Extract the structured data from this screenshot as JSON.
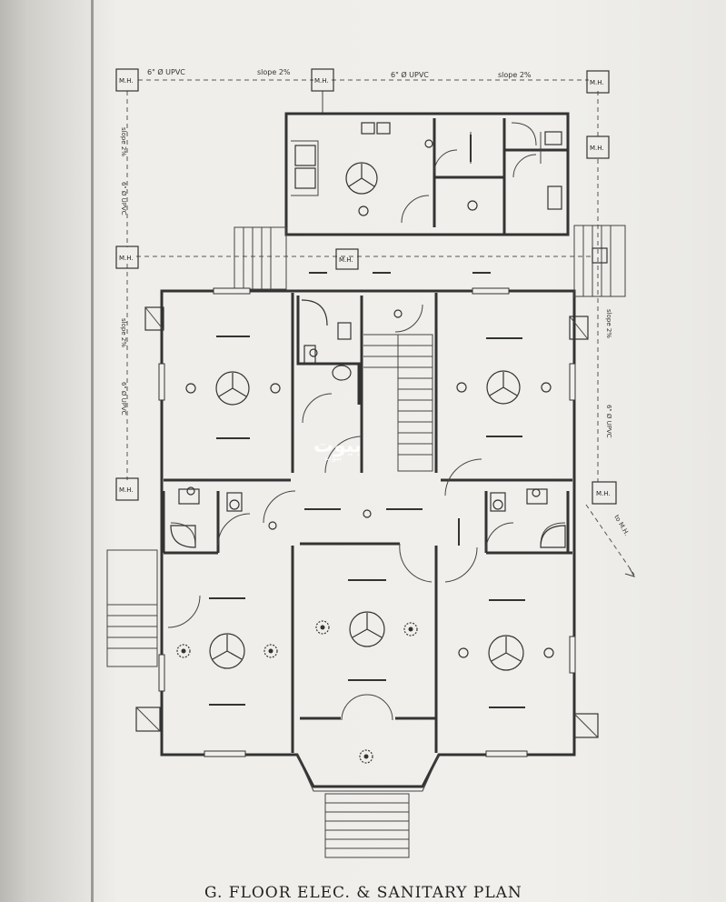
{
  "drawing": {
    "title": "G. FLOOR ELEC. & SANITARY PLAN",
    "manhole_label": "M.H.",
    "pipe_label": "6\" Ø UPVC",
    "slope_label": "slope 2%",
    "flow_label": "to M.H.",
    "watermark": "بيوت",
    "watermark_sub": "بيوت"
  },
  "colors": {
    "ink": "#333333",
    "paper": "#f0efeb"
  }
}
